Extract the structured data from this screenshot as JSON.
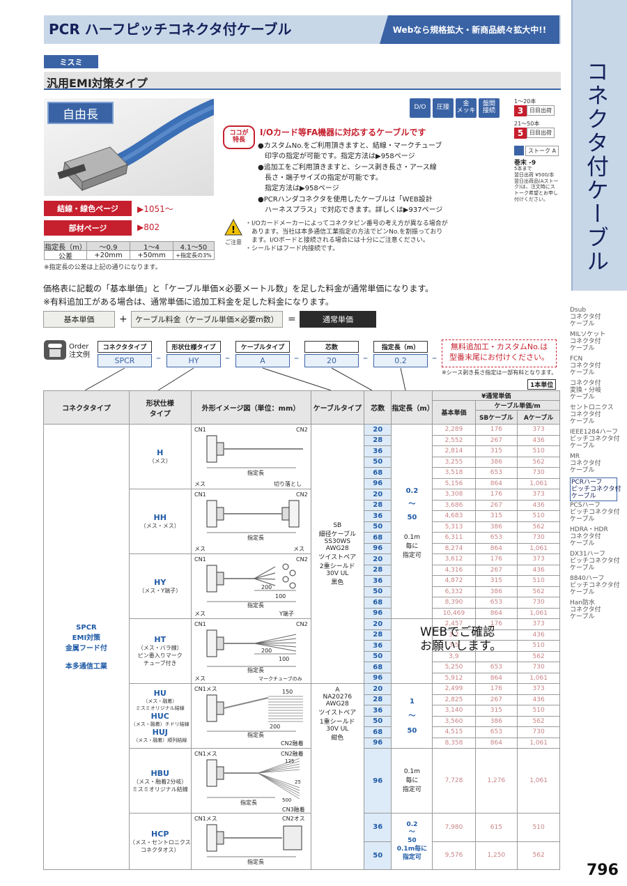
{
  "header": {
    "title": "PCR ハーフピッチコネクタ付ケーブル",
    "promo": "Webなら規格拡大・新商品続々拡大中!!"
  },
  "brand": "ミスミ",
  "subtitle": "汎用EMI対策タイプ",
  "photo_label": "自由長",
  "links": [
    {
      "label": "結線・線色ページ",
      "ref": "▶1051〜"
    },
    {
      "label": "部材ページ",
      "ref": "▶802"
    }
  ],
  "tolerance": {
    "head": [
      "指定長（m）",
      "〜0.9",
      "1〜4",
      "4.1〜50"
    ],
    "row": [
      "公差",
      "+20mm",
      "+50mm",
      "+指定長の3%"
    ],
    "note": "※指定長の公差は上記の通りになります。"
  },
  "badges": [
    "D/O",
    "圧接",
    "金\nメッキ",
    "盤間\n接続"
  ],
  "shipping": {
    "r1": "1〜20本",
    "d1": "3",
    "t1": "日目出荷",
    "r2": "21〜50本",
    "d2": "5",
    "t2": "日目出荷",
    "stock": "ストーク A",
    "volume": "巻末 -9",
    "note": "5本まで\n翌日出荷 ¥500/本\n翌日出荷品(Aストー\nク)は、注文時にス\nトーク希望とお申し\n付けください。"
  },
  "feature": {
    "tag": "ココが\n特長",
    "headline": "I/Oカード等FA機器に対応するケーブルです",
    "lines": [
      "●カスタムNo.をご利用頂きますと、結線・マークチューブ",
      "　印字の指定が可能です。指定方法は▶958ページ",
      "●追加工をご利用頂きますと、シース剥き長さ・アース線",
      "　長さ・端子サイズの指定が可能です。",
      "　指定方法は▶958ページ",
      "●PCRハンダコネクタを使用したケーブルは「WEB設計",
      "　ハーネスプラス」で対応できます。詳しくは▶937ページ"
    ]
  },
  "caution": {
    "label": "ご注意",
    "lines": [
      "・I/Oカードメーカーによってコネクタピン番号の考え方が異なる場合が",
      "　あります。当社は本多通信工業指定の方法でピンNo.を割振っており",
      "　ます。I/Oボードと接続される場合には十分にご注意ください。",
      "・シールドはフード内接続です。"
    ]
  },
  "pricing_note": {
    "l1": "価格表に記載の「基本単価」と「ケーブル単価×必要メートル数」を足した料金が通常単価になります。",
    "l2": "※有料追加工がある場合は、通常単価に追加工料金を足した料金になります。",
    "f1": "基本単価",
    "plus": "+",
    "f2": "ケーブル料金（ケーブル単価×必要m数）",
    "eq": "=",
    "f3": "通常単価"
  },
  "order": {
    "label": "Order\n注文例",
    "heads": [
      "コネクタタイプ",
      "形状仕様タイプ",
      "ケーブルタイプ",
      "芯数",
      "指定長（m）"
    ],
    "vals": [
      "SPCR",
      "HY",
      "A",
      "20",
      "0.2"
    ],
    "free": "無料追加工・カスタムNo.は\n型番末尾にお付けください。",
    "note": "※シース剥き長さ指定は一部有料となります。",
    "unit": "1本単位"
  },
  "table": {
    "heads": {
      "c1": "コネクタタイプ",
      "c2": "形状仕様\nタイプ",
      "c3": "外形イメージ図（単位：mm）",
      "c4": "ケーブルタイプ",
      "c5": "芯数",
      "c6": "指定長（m）",
      "p0": "¥通常単価",
      "p1": "基本単価",
      "p2": "ケーブル単価/m",
      "p3": "SBケーブル",
      "p4": "Aケーブル"
    },
    "connector": "SPCR\nEMI対策\n金属フード付\n\n本多通信工業",
    "cable_sb": "SB\n細径ケーブル\nSS30WS\nAWG28\nツイストペア\n2重シールド\n30V UL\n黒色",
    "cable_a": "A\nNA20276\nAWG28\nツイストペア\n1重シールド\n30V UL\n紺色",
    "len1": "0.2\n〜\n50",
    "len1b": "0.1m\n毎に\n指定可",
    "len2": "1\n〜\n50",
    "len3": "0.1m\n毎に\n指定可",
    "len4": "0.2\n〜\n50\n0.1m毎に\n指定可",
    "groups": [
      {
        "type": "H",
        "desc": "（メス）",
        "rows": [
          [
            "20",
            "2,289",
            "176",
            "373"
          ],
          [
            "28",
            "2,552",
            "267",
            "436"
          ],
          [
            "36",
            "2,814",
            "315",
            "510"
          ],
          [
            "50",
            "3,255",
            "386",
            "562"
          ],
          [
            "68",
            "3,518",
            "653",
            "730"
          ],
          [
            "96",
            "5,156",
            "864",
            "1,061"
          ]
        ]
      },
      {
        "type": "HH",
        "desc": "（メス・メス）",
        "rows": [
          [
            "20",
            "3,308",
            "176",
            "373"
          ],
          [
            "28",
            "3,686",
            "267",
            "436"
          ],
          [
            "36",
            "4,683",
            "315",
            "510"
          ],
          [
            "50",
            "5,313",
            "386",
            "562"
          ],
          [
            "68",
            "6,311",
            "653",
            "730"
          ],
          [
            "96",
            "8,274",
            "864",
            "1,061"
          ]
        ]
      },
      {
        "type": "HY",
        "desc": "（メス・Y端子）",
        "rows": [
          [
            "20",
            "3,612",
            "176",
            "373"
          ],
          [
            "28",
            "4,316",
            "267",
            "436"
          ],
          [
            "36",
            "4,872",
            "315",
            "510"
          ],
          [
            "50",
            "6,332",
            "386",
            "562"
          ],
          [
            "68",
            "8,390",
            "653",
            "730"
          ],
          [
            "96",
            "10,469",
            "864",
            "1,061"
          ]
        ]
      },
      {
        "type": "HT",
        "desc": "（メス・バラ線）\nピン番入りマーク\nチューブ付き",
        "rows": [
          [
            "20",
            "2,457",
            "176",
            "373"
          ],
          [
            "28",
            "3,2",
            "",
            "436"
          ],
          [
            "36",
            "3,5",
            "",
            "510"
          ],
          [
            "50",
            "3,9",
            "",
            "562"
          ],
          [
            "68",
            "5,250",
            "653",
            "730"
          ],
          [
            "96",
            "5,912",
            "864",
            "1,061"
          ]
        ]
      },
      {
        "type": "HU/HUC/HUJ",
        "desc": "",
        "rows": [
          [
            "20",
            "2,499",
            "176",
            "373"
          ],
          [
            "28",
            "2,825",
            "267",
            "436"
          ],
          [
            "36",
            "3,140",
            "315",
            "510"
          ],
          [
            "50",
            "3,560",
            "386",
            "562"
          ],
          [
            "68",
            "4,515",
            "653",
            "730"
          ],
          [
            "96",
            "8,358",
            "864",
            "1,061"
          ]
        ]
      },
      {
        "type": "HBU",
        "desc": "（メス・融着2分岐）\nミスミオリジナル結線",
        "rows": [
          [
            "96",
            "7,728",
            "1,276",
            "1,061"
          ]
        ]
      },
      {
        "type": "HCP",
        "desc": "（メス・セントロニクス\nコネクタオス）",
        "rows": [
          [
            "36",
            "7,980",
            "615",
            "510"
          ],
          [
            "50",
            "9,576",
            "1,250",
            "562"
          ]
        ]
      }
    ],
    "hu": {
      "t1": "HU",
      "d1": "（メス・融着）\nミスミオリジナル結線",
      "t2": "HUC",
      "d2": "（メス・融着）チドリ結線",
      "t3": "HUJ",
      "d3": "（メス・融着）順列結線"
    },
    "web_overlay": "WEBでご確認\nお願いします。"
  },
  "diagrams": {
    "cn1": "CN1",
    "cn2": "CN2",
    "cn1mesu": "CN1メス",
    "cn2yu": "CN2融着",
    "cn3yu": "CN3融着",
    "cn2osu": "CN2オス",
    "len": "指定長",
    "mesu": "メス",
    "kiri": "切り落とし",
    "yt": "Y端子",
    "mark": "マークチューブのみ",
    "cn2yu2": "CN2融着",
    "n200": "200",
    "n100": "100",
    "n150": "150",
    "n125": "125",
    "n500": "500",
    "n25": "25"
  },
  "sidebar": {
    "title": "コネクタ付ケーブル",
    "items": [
      "Dsub\nコネクタ付\nケーブル",
      "MILソケット\nコネクタ付\nケーブル",
      "FCN\nコネクタ付\nケーブル",
      "コネクタ付\n変換・分岐\nケーブル",
      "セントロニクス\nコネクタ付\nケーブル",
      "IEEE1284ハーフ\nピッチコネクタ付\nケーブル",
      "MR\nコネクタ付\nケーブル",
      "PCRハーフ\nピッチコネクタ付\nケーブル",
      "PCSハーフ\nピッチコネクタ付\nケーブル",
      "HDRA・HDR\nコネクタ付\nケーブル",
      "DX31ハーフ\nピッチコネクタ付\nケーブル",
      "8840ハーフ\nピッチコネクタ付\nケーブル",
      "Han防水\nコネクタ付\nケーブル"
    ]
  },
  "page_number": "796"
}
